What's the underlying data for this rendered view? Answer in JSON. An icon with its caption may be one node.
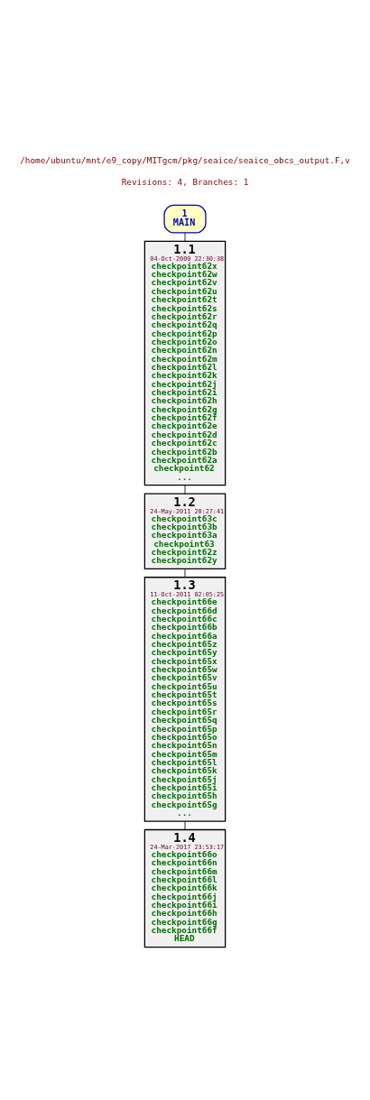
{
  "diagram": {
    "title": "/home/ubuntu/mnt/e9_copy/MITgcm/pkg/seaice/seaice_obcs_output.F,v",
    "nodes": [
      {
        "text": [
          "1",
          "MAIN"
        ]
      },
      {
        "text": [
          "1.1",
          "04-Oct-2009 22:30:38",
          "checkpoint62x",
          "checkpoint62w",
          "checkpoint62v",
          "checkpoint62u",
          "checkpoint62t",
          "checkpoint62s",
          "checkpoint62r",
          "checkpoint62q",
          "checkpoint62p",
          "checkpoint62o",
          "checkpoint62n",
          "checkpoint62m",
          "checkpoint62l",
          "checkpoint62k",
          "checkpoint62j",
          "checkpoint62i",
          "checkpoint62h",
          "checkpoint62g",
          "checkpoint62f",
          "checkpoint62e",
          "checkpoint62d",
          "checkpoint62c",
          "checkpoint62b",
          "checkpoint62a",
          "checkpoint62",
          "..."
        ]
      },
      {
        "text": [
          "1.2",
          "24-May-2011 20:27:41",
          "checkpoint63c",
          "checkpoint63b",
          "checkpoint63a",
          "checkpoint63",
          "checkpoint62z",
          "checkpoint62y"
        ]
      },
      {
        "text": [
          "1.3",
          "11-Oct-2011 02:05:25",
          "checkpoint66e",
          "checkpoint66d",
          "checkpoint66c",
          "checkpoint66b",
          "checkpoint66a",
          "checkpoint65z",
          "checkpoint65y",
          "checkpoint65x",
          "checkpoint65w",
          "checkpoint65v",
          "checkpoint65u",
          "checkpoint65t",
          "checkpoint65s",
          "checkpoint65r",
          "checkpoint65q",
          "checkpoint65p",
          "checkpoint65o",
          "checkpoint65n",
          "checkpoint65m",
          "checkpoint65l",
          "checkpoint65k",
          "checkpoint65j",
          "checkpoint65i",
          "checkpoint65h",
          "checkpoint65g",
          "..."
        ]
      },
      {
        "text": [
          "1.4",
          "24-Mar-2017 23:53:17",
          "checkpoint66o",
          "checkpoint66n",
          "checkpoint66m",
          "checkpoint66l",
          "checkpoint66k",
          "checkpoint66j",
          "checkpoint66i",
          "checkpoint66h",
          "checkpoint66g",
          "checkpoint66f",
          "HEAD"
        ]
      }
    ],
    "edges": [
      {
        "from": 0,
        "to": 1,
        "arrow": "none"
      },
      {
        "from": 1,
        "to": 2,
        "arrow": "none"
      },
      {
        "from": 2,
        "to": 3,
        "arrow": "none"
      },
      {
        "from": 3,
        "to": 4,
        "arrow": "none"
      }
    ],
    "labels": [
      "Revisions: 4, Branches: 1"
    ]
  }
}
